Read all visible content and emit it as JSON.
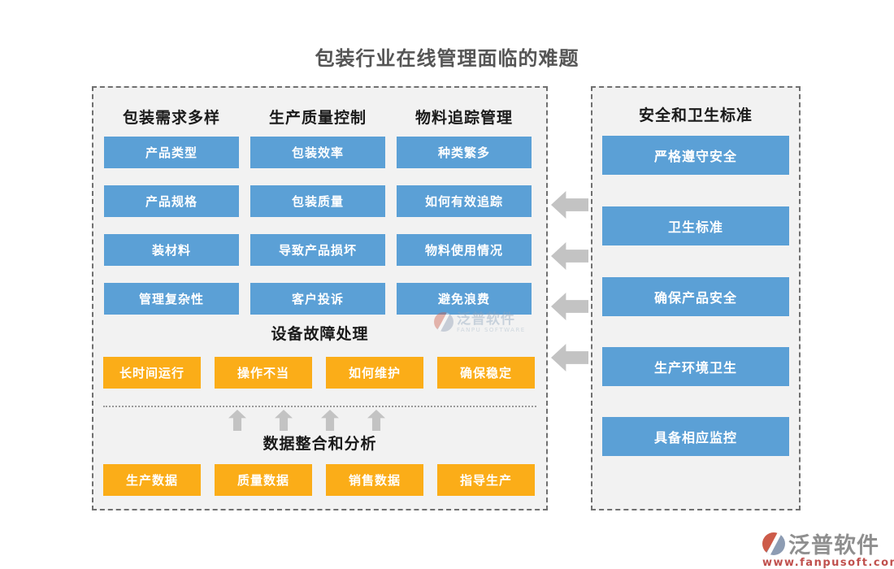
{
  "title": "包装行业在线管理面临的难题",
  "left_panel": {
    "columns": [
      {
        "header": "包装需求多样",
        "items": [
          "产品类型",
          "产品规格",
          "装材料",
          "管理复杂性"
        ]
      },
      {
        "header": "生产质量控制",
        "items": [
          "包装效率",
          "包装质量",
          "导致产品损坏",
          "客户投诉"
        ]
      },
      {
        "header": "物料追踪管理",
        "items": [
          "种类繁多",
          "如何有效追踪",
          "物料使用情况",
          "避免浪费"
        ]
      }
    ],
    "equipment_section": {
      "header": "设备故障处理",
      "items": [
        "长时间运行",
        "操作不当",
        "如何维护",
        "确保稳定"
      ]
    },
    "data_section": {
      "header": "数据整合和分析",
      "items": [
        "生产数据",
        "质量数据",
        "销售数据",
        "指导生产"
      ]
    }
  },
  "right_panel": {
    "header": "安全和卫生标准",
    "items": [
      "严格遵守安全",
      "卫生标准",
      "确保产品安全",
      "生产环境卫生",
      "具备相应监控"
    ]
  },
  "watermark": {
    "brand": "泛普软件",
    "brand_en": "FANPU SOFTWARE"
  },
  "footer_logo": {
    "brand": "泛普软件",
    "website": "www.fanpusoft.com"
  },
  "colors": {
    "blue_box": "#5BA0D6",
    "orange_box": "#FBAD18",
    "panel_background": "#F2F2F2",
    "dashed_border": "#707070",
    "arrow_gray": "#C3C3C3",
    "header_text": "#1A1A1A",
    "title_text": "#555555",
    "logo_red": "#CD5B49",
    "logo_gray_blue": "#8D9CB3",
    "url_red": "#C0504D"
  }
}
